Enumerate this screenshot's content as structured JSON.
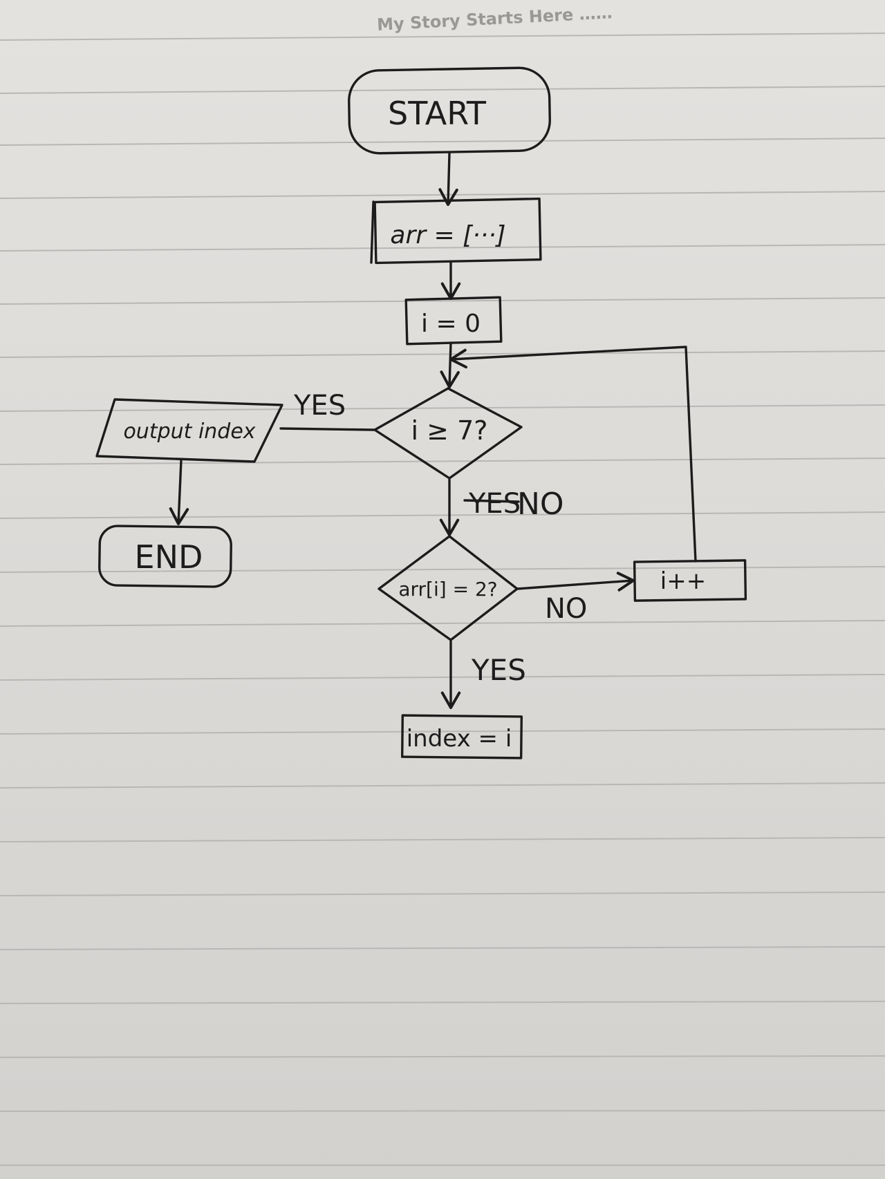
{
  "notebook_header": "My Story Starts Here ……",
  "colors": {
    "paper": "#e0dedb",
    "ruled_line": "#b9b7b5",
    "ink": "#1c1c1c",
    "header": "#9a9896"
  },
  "nodes": {
    "start": "START",
    "array_init": "arr = [···]",
    "counter_init": "i = 0",
    "loop_check": "i ≥ 7?",
    "value_check": "arr[i] = 2?",
    "increment": "i++",
    "assign_index": "index = i",
    "output": "output index",
    "end": "END"
  },
  "edge_labels": {
    "loop_yes": "YES",
    "loop_no": "NO",
    "loop_no_struck": "YES",
    "value_no": "NO",
    "value_yes": "YES"
  }
}
